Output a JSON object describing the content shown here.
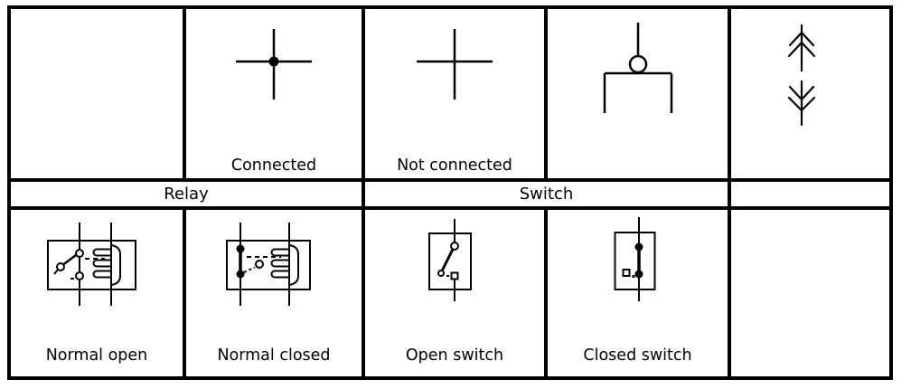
{
  "colors": {
    "line": "#000000",
    "background": "#ffffff"
  },
  "legend": {
    "top_row": [
      {
        "name": "empty",
        "label": ""
      },
      {
        "name": "connected",
        "label": "Connected",
        "icon": "connected-junction-icon"
      },
      {
        "name": "not-connected",
        "label": "Not connected",
        "icon": "unconnected-crossing-icon"
      },
      {
        "name": "plug",
        "label": "",
        "icon": "plug-contact-icon"
      },
      {
        "name": "connector-arrows",
        "label": "",
        "icon": "connector-chevrons-icon"
      }
    ],
    "category_row": {
      "relay": "Relay",
      "switch": "Switch"
    },
    "bottom_row": [
      {
        "name": "relay-normal-open",
        "label": "Normal open",
        "icon": "relay-normal-open-icon"
      },
      {
        "name": "relay-normal-closed",
        "label": "Normal closed",
        "icon": "relay-normal-closed-icon"
      },
      {
        "name": "switch-open",
        "label": "Open switch",
        "icon": "switch-open-icon"
      },
      {
        "name": "switch-closed",
        "label": "Closed switch",
        "icon": "switch-closed-icon"
      },
      {
        "name": "empty",
        "label": ""
      }
    ]
  }
}
